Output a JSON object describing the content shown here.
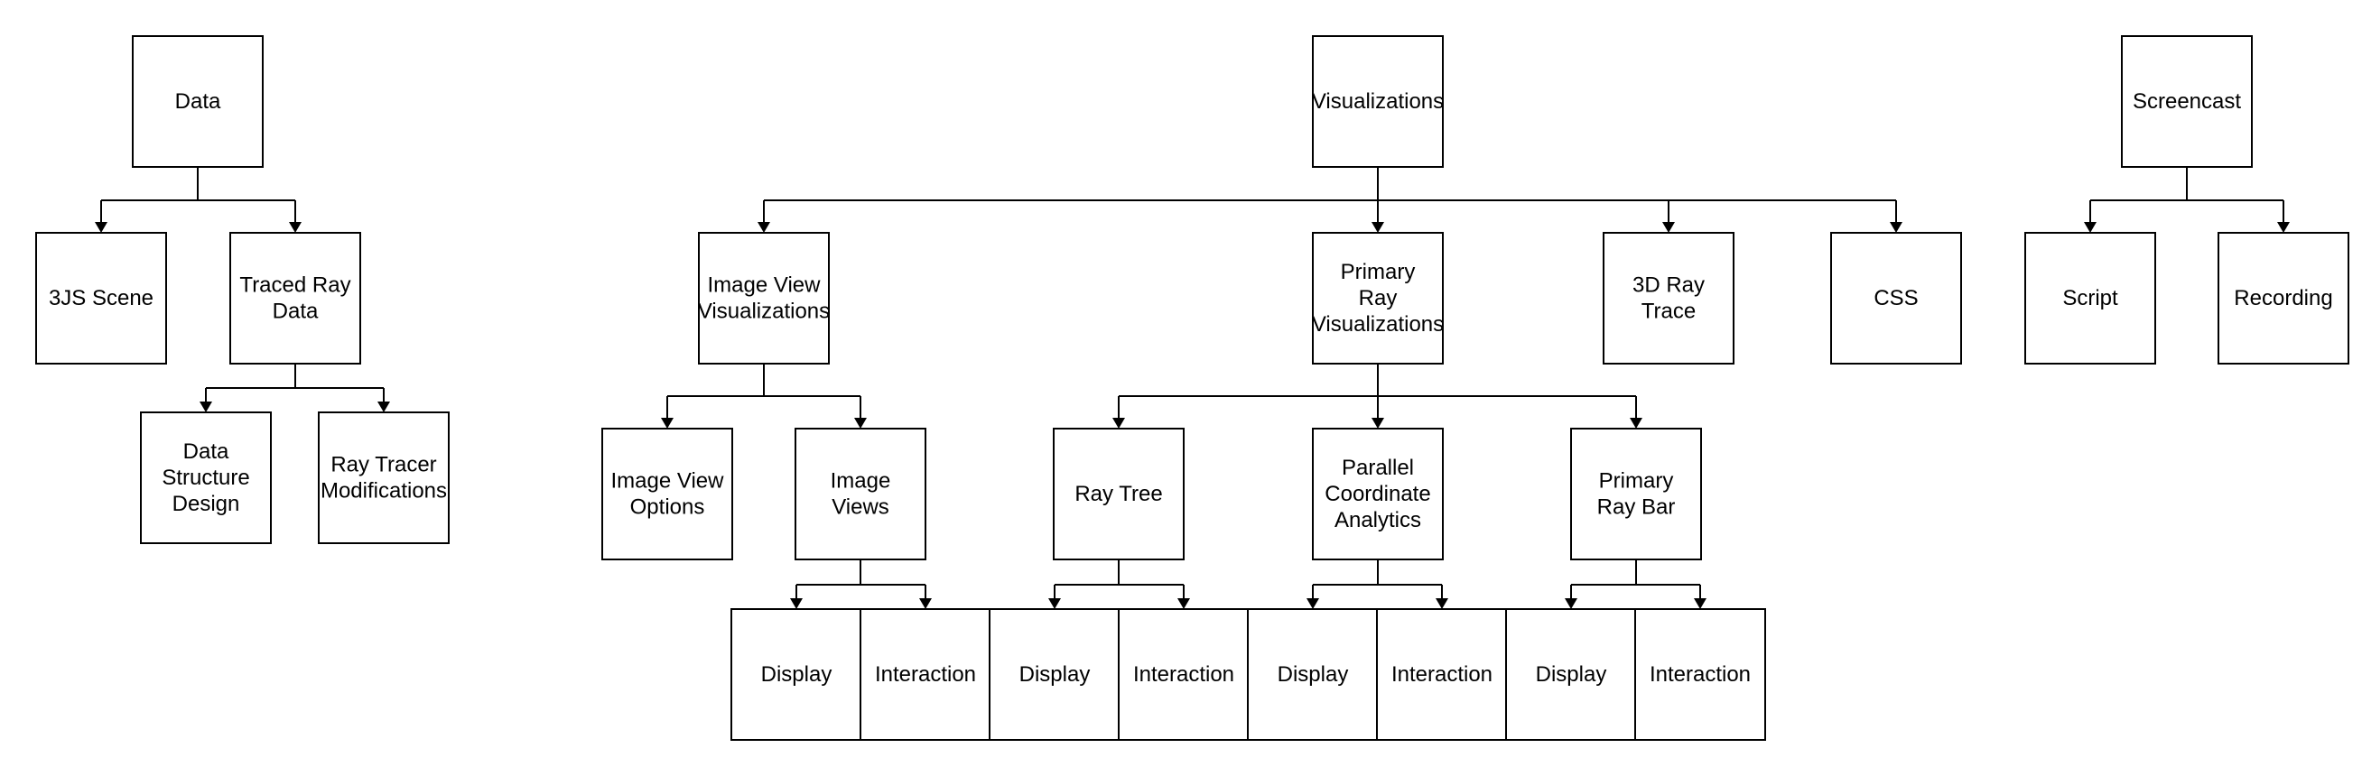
{
  "diagram": {
    "nodes": [
      {
        "id": "data",
        "lines": [
          "Data"
        ]
      },
      {
        "id": "threejs-scene",
        "lines": [
          "3JS Scene"
        ]
      },
      {
        "id": "traced-ray-data",
        "lines": [
          "Traced Ray",
          "Data"
        ]
      },
      {
        "id": "data-structure-design",
        "lines": [
          "Data",
          "Structure",
          "Design"
        ]
      },
      {
        "id": "ray-tracer-modifications",
        "lines": [
          "Ray Tracer",
          "Modifications"
        ]
      },
      {
        "id": "visualizations",
        "lines": [
          "Visualizations"
        ]
      },
      {
        "id": "image-view-visualizations",
        "lines": [
          "Image View",
          "Visualizations"
        ]
      },
      {
        "id": "primary-ray-visualizations",
        "lines": [
          "Primary",
          "Ray",
          "Visualizations"
        ]
      },
      {
        "id": "3d-ray-trace",
        "lines": [
          "3D Ray",
          "Trace"
        ]
      },
      {
        "id": "css",
        "lines": [
          "CSS"
        ]
      },
      {
        "id": "image-view-options",
        "lines": [
          "Image View",
          "Options"
        ]
      },
      {
        "id": "image-views",
        "lines": [
          "Image",
          "Views"
        ]
      },
      {
        "id": "ray-tree",
        "lines": [
          "Ray Tree"
        ]
      },
      {
        "id": "parallel-coordinate-analytics",
        "lines": [
          "Parallel",
          "Coordinate",
          "Analytics"
        ]
      },
      {
        "id": "primary-ray-bar",
        "lines": [
          "Primary",
          "Ray Bar"
        ]
      },
      {
        "id": "image-views-display",
        "lines": [
          "Display"
        ]
      },
      {
        "id": "image-views-interaction",
        "lines": [
          "Interaction"
        ]
      },
      {
        "id": "ray-tree-display",
        "lines": [
          "Display"
        ]
      },
      {
        "id": "ray-tree-interaction",
        "lines": [
          "Interaction"
        ]
      },
      {
        "id": "parallel-coordinate-display",
        "lines": [
          "Display"
        ]
      },
      {
        "id": "parallel-coordinate-interaction",
        "lines": [
          "Interaction"
        ]
      },
      {
        "id": "primary-ray-bar-display",
        "lines": [
          "Display"
        ]
      },
      {
        "id": "primary-ray-bar-interaction",
        "lines": [
          "Interaction"
        ]
      },
      {
        "id": "screencast",
        "lines": [
          "Screencast"
        ]
      },
      {
        "id": "script",
        "lines": [
          "Script"
        ]
      },
      {
        "id": "recording",
        "lines": [
          "Recording"
        ]
      }
    ],
    "edges": [
      {
        "from": "data",
        "to": [
          "threejs-scene",
          "traced-ray-data"
        ]
      },
      {
        "from": "traced-ray-data",
        "to": [
          "data-structure-design",
          "ray-tracer-modifications"
        ]
      },
      {
        "from": "visualizations",
        "to": [
          "image-view-visualizations",
          "primary-ray-visualizations",
          "3d-ray-trace",
          "css"
        ]
      },
      {
        "from": "image-view-visualizations",
        "to": [
          "image-view-options",
          "image-views"
        ]
      },
      {
        "from": "primary-ray-visualizations",
        "to": [
          "ray-tree",
          "parallel-coordinate-analytics",
          "primary-ray-bar"
        ]
      },
      {
        "from": "image-views",
        "to": [
          "image-views-display",
          "image-views-interaction"
        ]
      },
      {
        "from": "ray-tree",
        "to": [
          "ray-tree-display",
          "ray-tree-interaction"
        ]
      },
      {
        "from": "parallel-coordinate-analytics",
        "to": [
          "parallel-coordinate-display",
          "parallel-coordinate-interaction"
        ]
      },
      {
        "from": "primary-ray-bar",
        "to": [
          "primary-ray-bar-display",
          "primary-ray-bar-interaction"
        ]
      },
      {
        "from": "screencast",
        "to": [
          "script",
          "recording"
        ]
      }
    ]
  }
}
